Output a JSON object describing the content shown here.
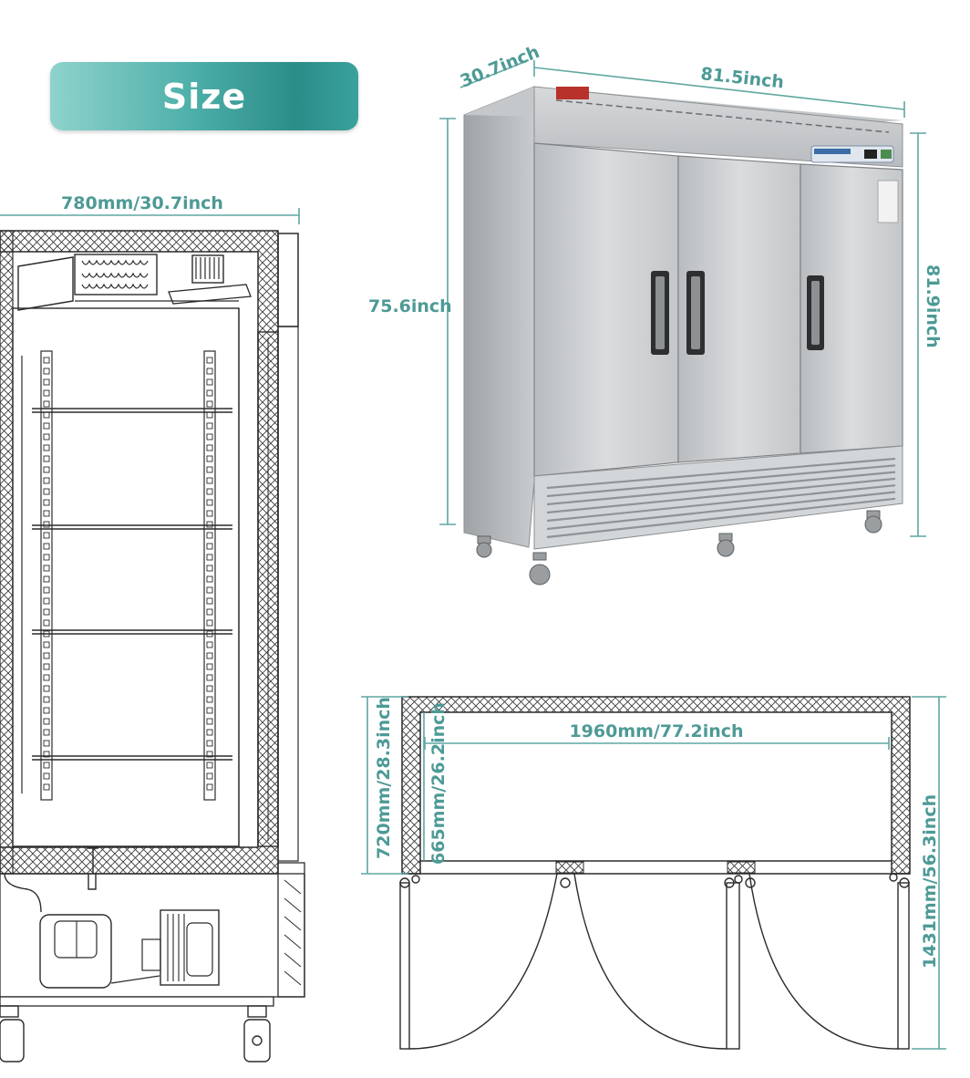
{
  "badge": {
    "label": "Size"
  },
  "side_view": {
    "depth_label": "780mm/30.7inch"
  },
  "product": {
    "depth_label": "30.7inch",
    "width_label": "81.5inch",
    "body_height_label": "75.6inch",
    "total_height_label": "81.9inch"
  },
  "top_view": {
    "inner_width_label": "1960mm/77.2inch",
    "outer_depth_label": "720mm/28.3inch",
    "inner_depth_label": "665mm/26.2inch",
    "door_open_depth_label": "1431mm/56.3inch"
  },
  "colors": {
    "accent": "#4d9a96",
    "badge_gradient": [
      "#8fd2cc",
      "#2b8c88"
    ],
    "steel": "#c9ccce"
  }
}
